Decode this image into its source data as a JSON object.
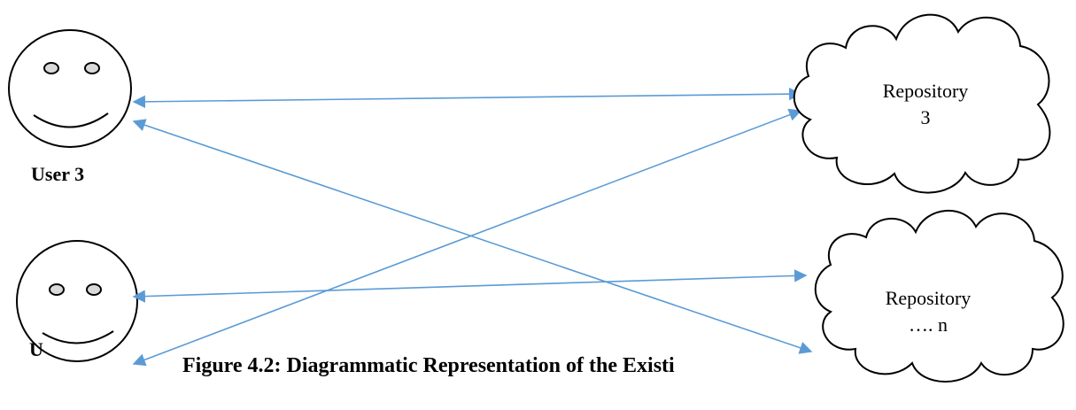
{
  "nodes": {
    "user_top": {
      "label": "User 3"
    },
    "user_bottom": {
      "label": "U"
    },
    "repo_top": {
      "name": "Repository",
      "suffix": "3"
    },
    "repo_bottom": {
      "name": "Repository",
      "suffix": "…. n"
    }
  },
  "caption": "Figure 4.2: Diagrammatic Representation of the Existi",
  "colors": {
    "arrow": "#5b9bd5",
    "stroke": "#000000",
    "fill": "#ffffff"
  }
}
